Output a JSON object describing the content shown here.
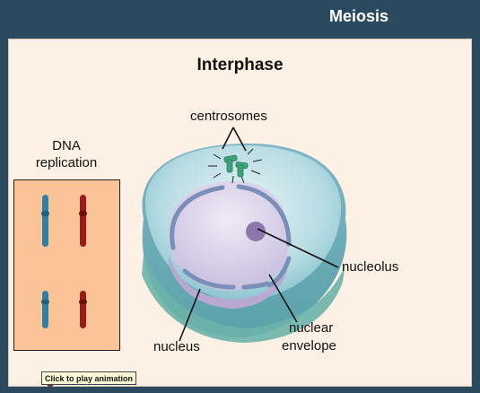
{
  "app": {
    "title": "Meiosis"
  },
  "diagram": {
    "title": "Interphase",
    "inset_title": "DNA replication",
    "labels": {
      "centrosomes": "centrosomes",
      "nucleolus": "nucleolus",
      "nucleus": "nucleus",
      "nuclear_envelope_line1": "nuclear",
      "nuclear_envelope_line2": "envelope"
    }
  },
  "controls": {
    "play_label": "Click to play animation"
  },
  "colors": {
    "header_bg": "#2b4a60",
    "panel_bg": "#fdf0e4",
    "inset_bg": "#fbc497",
    "chromosome_blue": "#2f7fa7",
    "chromosome_red": "#9b1a1a",
    "cytoplasm": "#a8d5dc",
    "nucleus": "#ddd3ec",
    "envelope": "#7a8fb8",
    "centrosome": "#3fa37a"
  }
}
